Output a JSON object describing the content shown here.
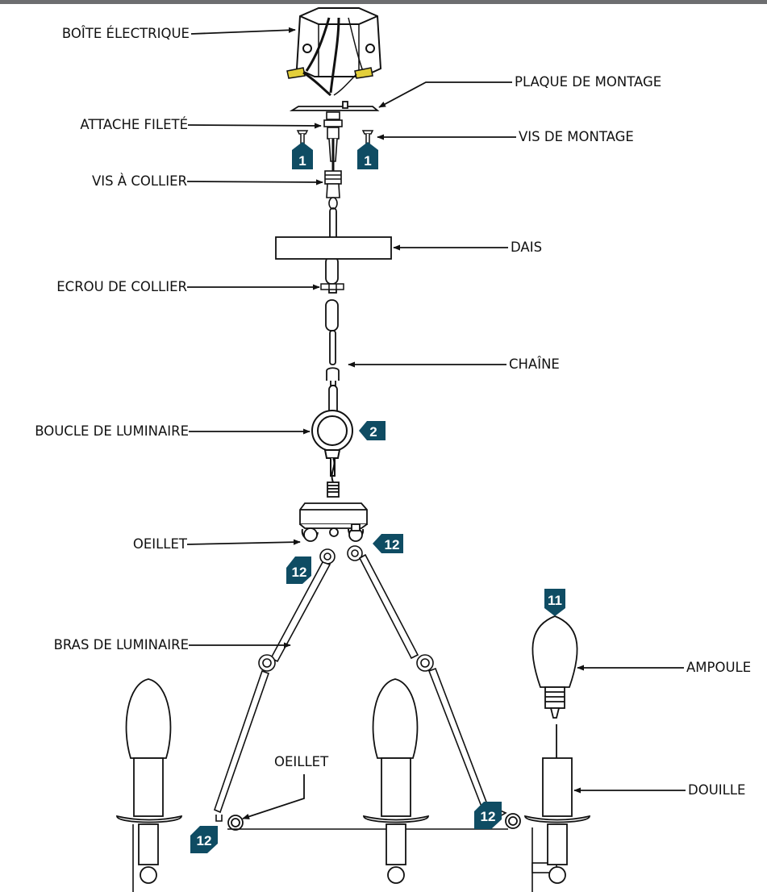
{
  "labels": {
    "boite_electrique": "BOÎTE ÉLECTRIQUE",
    "plaque_de_montage": "PLAQUE DE MONTAGE",
    "attache_filete": "ATTACHE FILETÉ",
    "vis_de_montage": "VIS DE MONTAGE",
    "vis_a_collier": "VIS À COLLIER",
    "dais": "DAIS",
    "ecrou_de_collier": "ECROU DE COLLIER",
    "chaine": "CHAÎNE",
    "boucle_de_luminaire": "BOUCLE DE LUMINAIRE",
    "oeillet_top": "OEILLET",
    "bras_de_luminaire": "BRAS DE LUMINAIRE",
    "ampoule": "AMPOULE",
    "oeillet_bottom": "OEILLET",
    "douille": "DOUILLE"
  },
  "badges": {
    "screw_left": "1",
    "screw_right": "1",
    "loop": "2",
    "eyelet_right": "12",
    "eyelet_left": "12",
    "bulb": "11",
    "arm_bottom_left": "12",
    "arm_bottom_right": "12"
  },
  "colors": {
    "badge": "#0f4c63",
    "line": "#111111",
    "top_bar": "#6d6e70"
  }
}
